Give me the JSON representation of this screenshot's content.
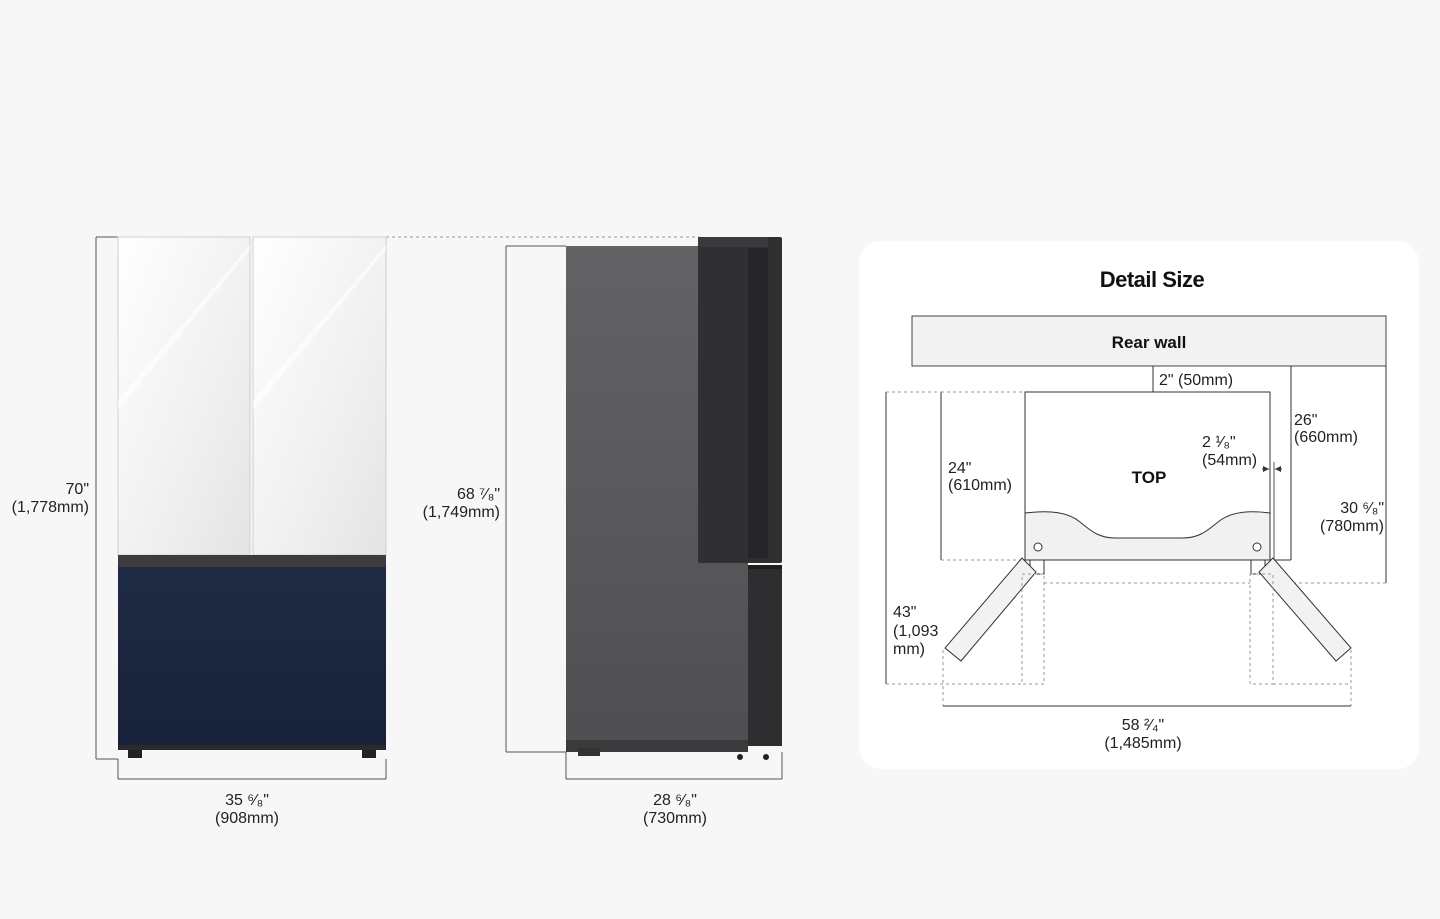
{
  "colors": {
    "background": "#f7f7f7",
    "panel": "#ffffff",
    "fridge_top": "#f2f2f2",
    "fridge_bottom": "#1c2740",
    "side_body": "#58585a",
    "side_door": "#2b2b2b"
  },
  "front_view": {
    "height_label": "70\"",
    "height_mm": "(1,778mm)",
    "width_label": "35 ⁶⁄₈\"",
    "width_mm": "(908mm)"
  },
  "side_view": {
    "height_label": "68 ⁷⁄₈\"",
    "height_mm": "(1,749mm)",
    "depth_label": "28 ⁶⁄₈\"",
    "depth_mm": "(730mm)"
  },
  "detail": {
    "title": "Detail Size",
    "rear_wall": "Rear wall",
    "top": "TOP",
    "gap_label": "2\" (50mm)",
    "door_depth_in": "24\"",
    "door_depth_mm": "(610mm)",
    "clearance_in": "2 ¹⁄₈\"",
    "clearance_mm": "(54mm)",
    "depth_in": "26\"",
    "depth_mm": "(660mm)",
    "total_depth_in": "30 ⁶⁄₈\"",
    "total_depth_mm": "(780mm)",
    "door_open_in": "43\"",
    "door_open_mm_1": "(1,093",
    "door_open_mm_2": "mm)",
    "width_open_in": "58 ²⁄₄\"",
    "width_open_mm": "(1,485mm)"
  }
}
